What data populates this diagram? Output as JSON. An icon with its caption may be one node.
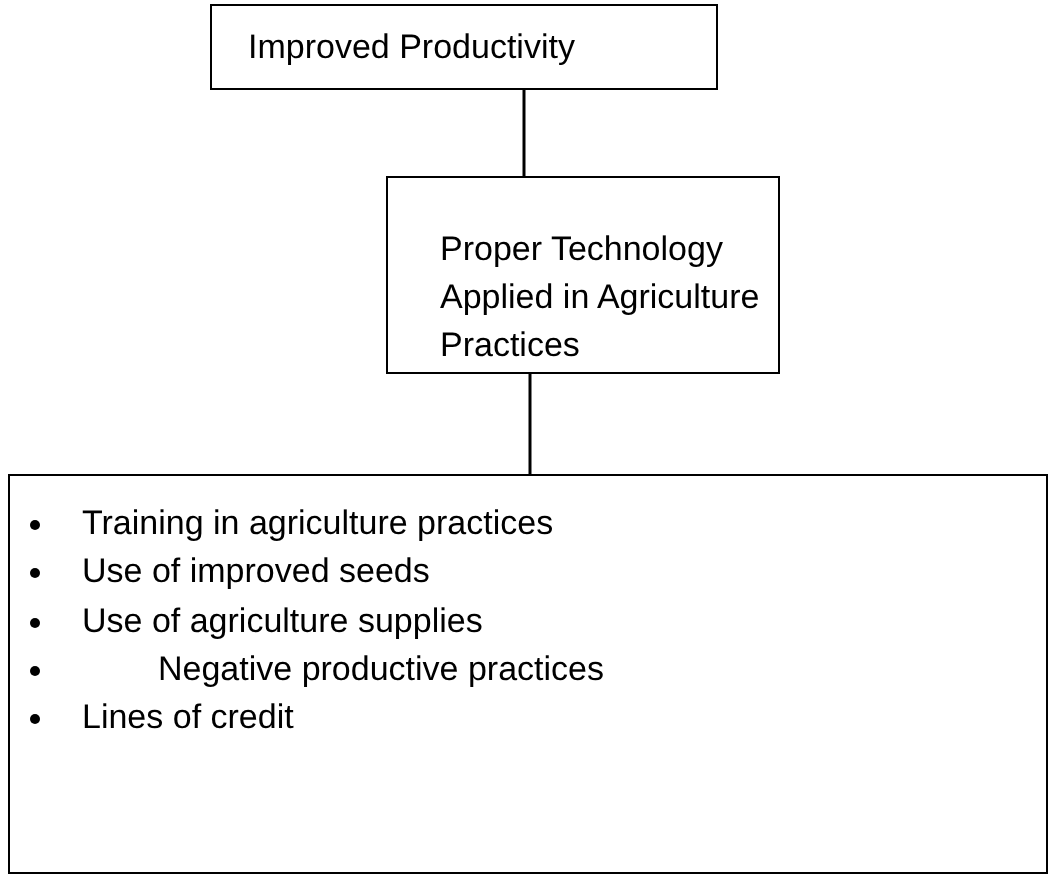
{
  "diagram": {
    "nodes": [
      {
        "text": [
          "Improved Productivity"
        ]
      },
      {
        "text": [
          "Proper Technology Applied in Agriculture Practices"
        ]
      },
      {
        "text": [
          "Training in agriculture practices",
          "Use of improved seeds",
          "Use of agriculture supplies",
          "Negative productive practices",
          "Lines of credit"
        ]
      }
    ],
    "edges": [
      {
        "from": 0,
        "to": 1,
        "arrow": "none"
      },
      {
        "from": 1,
        "to": 2,
        "arrow": "none"
      }
    ]
  }
}
